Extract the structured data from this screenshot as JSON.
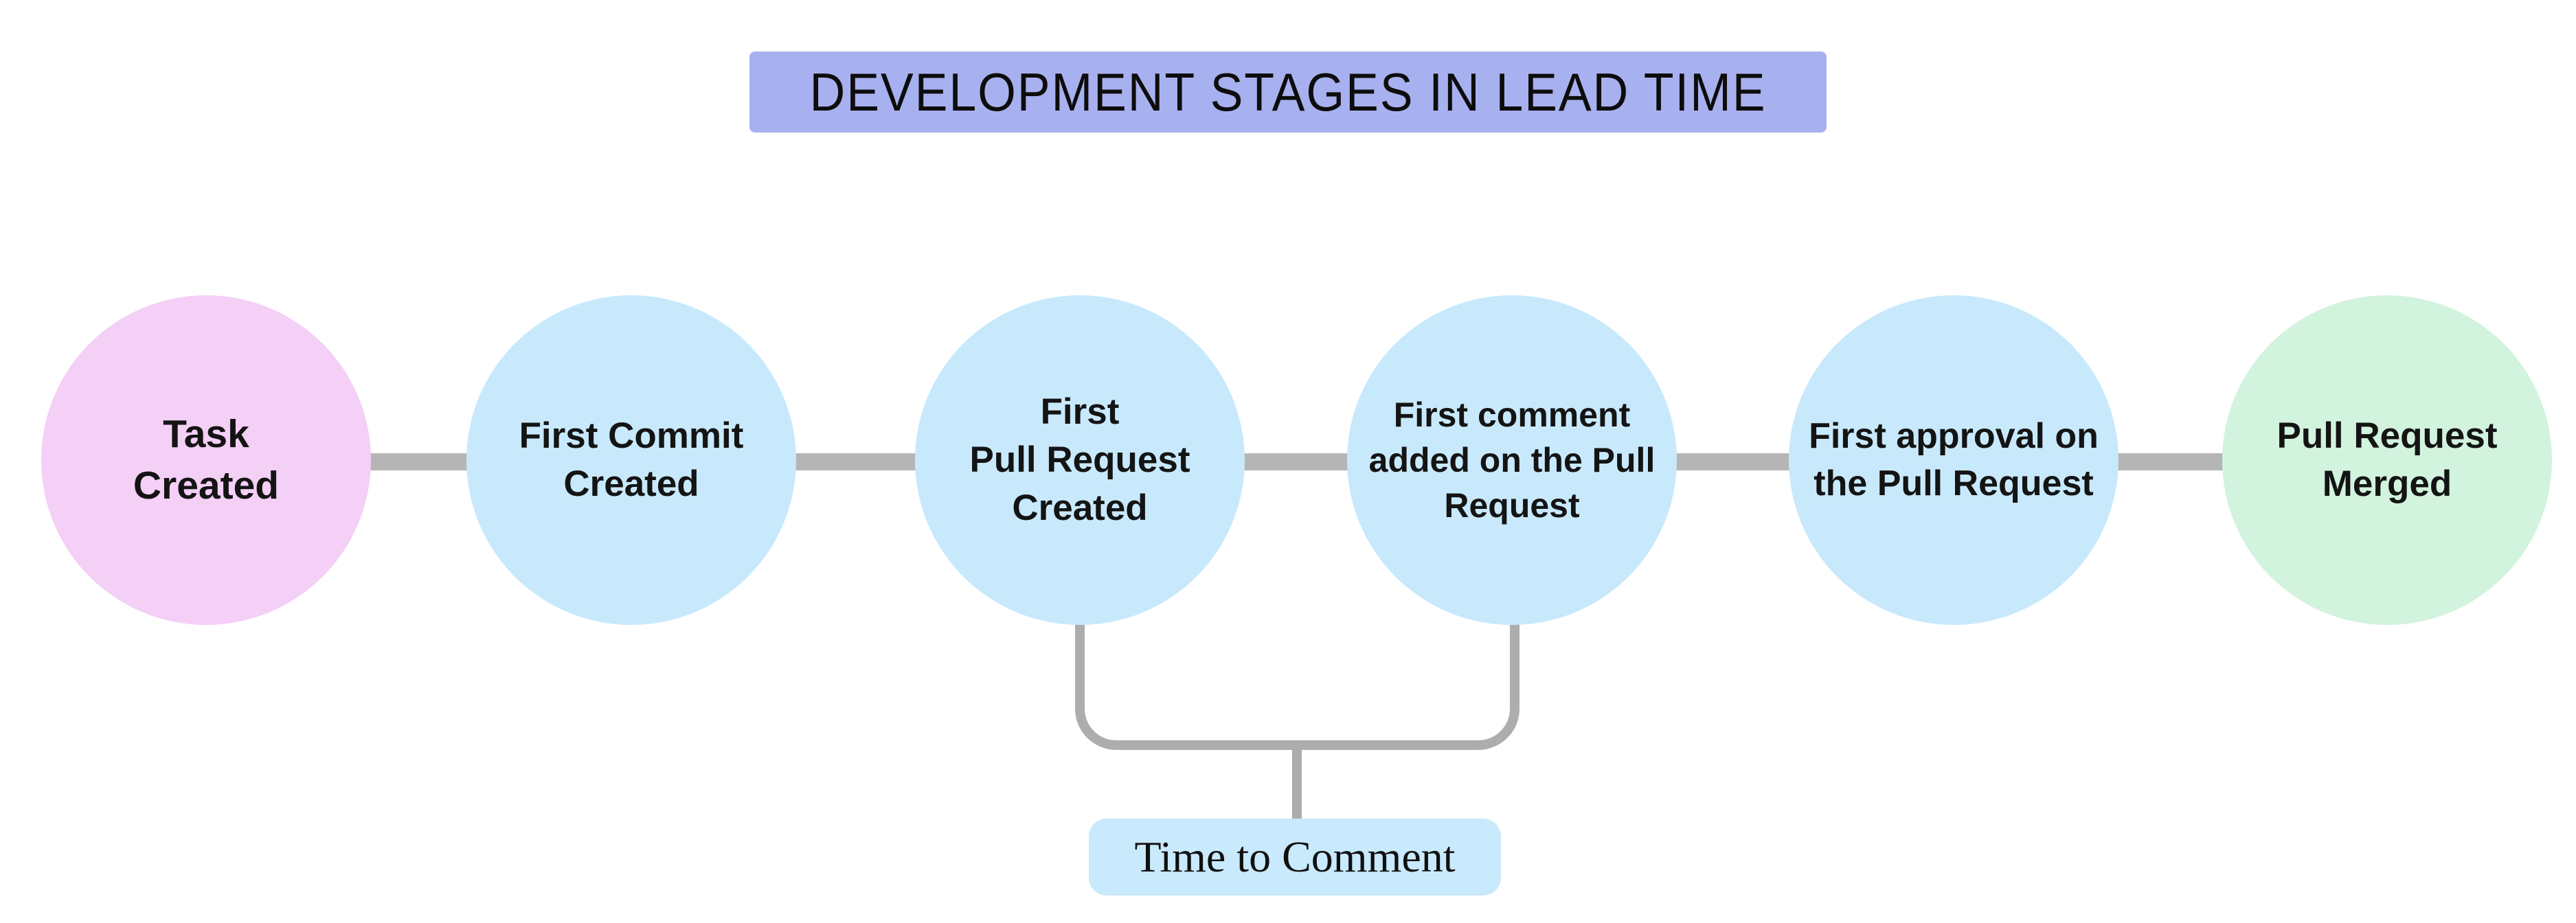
{
  "title": {
    "text": "DEVELOPMENT STAGES IN LEAD TIME",
    "bg_color": "#a8b1ef",
    "text_color": "#0d0d0d"
  },
  "stages": [
    {
      "label": "Task\nCreated",
      "color": "#f4cff6"
    },
    {
      "label": "First Commit\nCreated",
      "color": "#c8e9fc"
    },
    {
      "label": "First\nPull Request\nCreated",
      "color": "#c8e9fc"
    },
    {
      "label": "First comment\nadded on the Pull\nRequest",
      "color": "#c8e9fc"
    },
    {
      "label": "First approval on\nthe Pull Request",
      "color": "#c8e9fc"
    },
    {
      "label": "Pull Request\nMerged",
      "color": "#d2f3dd"
    }
  ],
  "connector": {
    "line_color": "#b5b5b5",
    "bracket_color": "#adadad"
  },
  "annotation": {
    "label": "Time to Comment",
    "bg_color": "#c9e9fc",
    "spans_stages": "First Pull Request Created → First comment added on the Pull Request"
  }
}
